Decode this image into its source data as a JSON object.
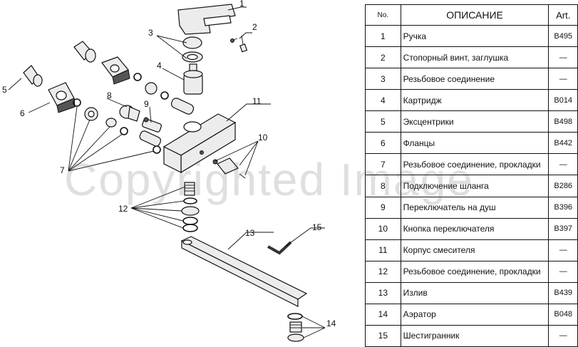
{
  "table": {
    "headers": {
      "no": "No.",
      "description": "ОПИСАНИЕ",
      "art": "Art."
    },
    "rows": [
      {
        "no": "1",
        "description": "Ручка",
        "art": "B495"
      },
      {
        "no": "2",
        "description": "Стопорный винт, заглушка",
        "art": "—"
      },
      {
        "no": "3",
        "description": "Резьбовое соединение",
        "art": "—"
      },
      {
        "no": "4",
        "description": "Картридж",
        "art": "B014"
      },
      {
        "no": "5",
        "description": "Эксцентрики",
        "art": "B498"
      },
      {
        "no": "6",
        "description": "Фланцы",
        "art": "B442"
      },
      {
        "no": "7",
        "description": "Резьбовое соединение, прокладки",
        "art": "—"
      },
      {
        "no": "8",
        "description": "Подключение шланга",
        "art": "B286"
      },
      {
        "no": "9",
        "description": "Переключатель на душ",
        "art": "B396"
      },
      {
        "no": "10",
        "description": "Кнопка переключателя",
        "art": "B397"
      },
      {
        "no": "11",
        "description": "Корпус смесителя",
        "art": "—"
      },
      {
        "no": "12",
        "description": "Резьбовое соединение, прокладки",
        "art": "—"
      },
      {
        "no": "13",
        "description": "Излив",
        "art": "B439"
      },
      {
        "no": "14",
        "description": "Аэратор",
        "art": "B048"
      },
      {
        "no": "15",
        "description": "Шестигранник",
        "art": "—"
      }
    ]
  },
  "callouts": [
    "1",
    "2",
    "3",
    "4",
    "5",
    "6",
    "7",
    "8",
    "9",
    "10",
    "11",
    "12",
    "13",
    "14",
    "15"
  ],
  "watermark": "Copyrighted Image"
}
